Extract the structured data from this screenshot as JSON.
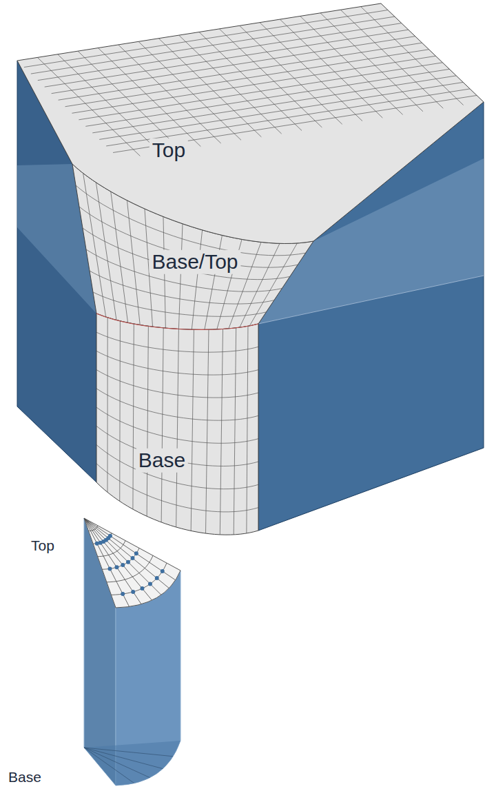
{
  "diagram": {
    "labels": [
      "Top",
      "Base/Top",
      "Base",
      "Top",
      "Base"
    ]
  }
}
